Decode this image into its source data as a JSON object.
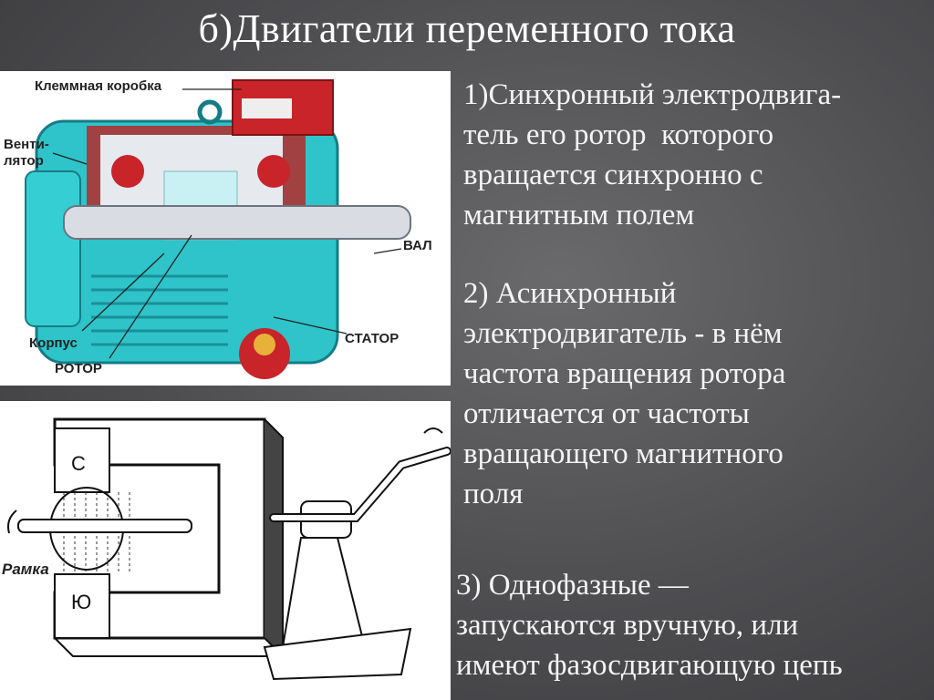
{
  "slide": {
    "title": "б)Двигатели переменного тока",
    "items": [
      {
        "text": "1)Синхронный электродвига-\nтель его ротор  которого\nвращается синхронно с\nмагнитным полем"
      },
      {
        "text": "2) Асинхронный\nэлектродвигатель - в нём\nчастота вращения ротора\nотличается от частоты\nвращающего магнитного\nполя"
      },
      {
        "text": "3) Однофазные —\nзапускаются вручную, или\nимеют фазосдвигающую цепь"
      }
    ]
  },
  "motor_figure": {
    "labels": {
      "terminal_box": "Клеммная коробка",
      "fan": "Венти-\nлятор",
      "shaft": "ВАЛ",
      "housing": "Корпус",
      "rotor": "РОТОР",
      "stator": "СТАТОР"
    },
    "colors": {
      "body": "#2ec4c9",
      "body_dark": "#1a8f99",
      "winding": "#c8242a",
      "shaft": "#d9dde3"
    }
  },
  "generator_figure": {
    "labels": {
      "frame": "Рамка",
      "pole_north": "С",
      "pole_south": "Ю"
    }
  }
}
